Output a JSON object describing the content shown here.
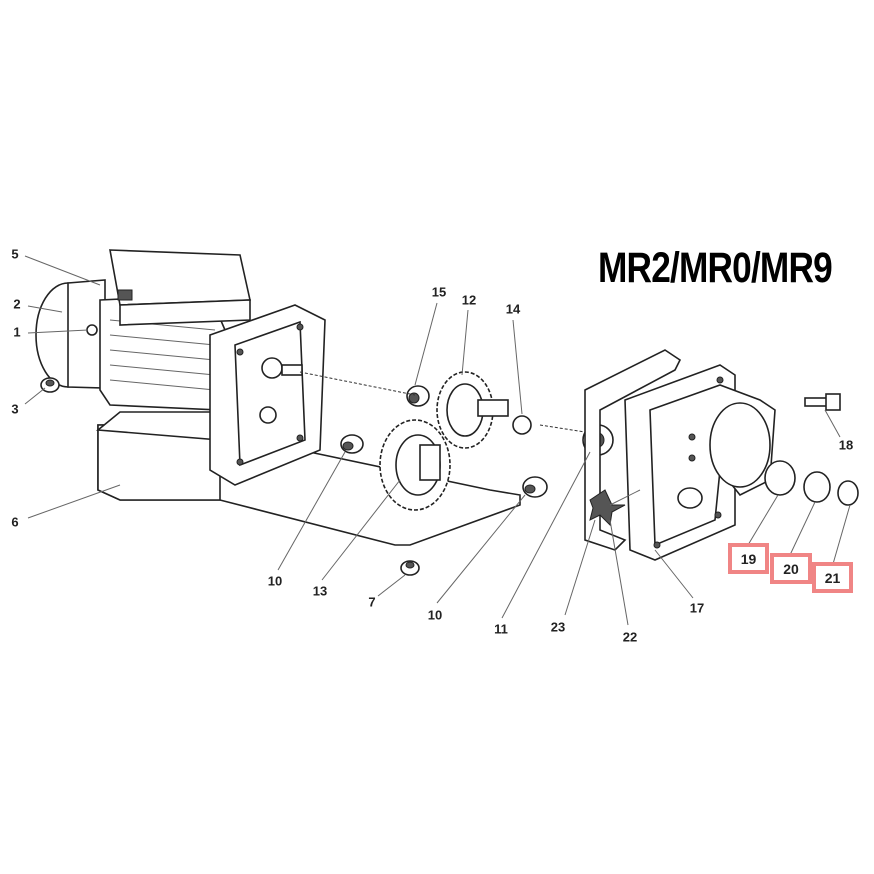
{
  "title": "MR2/MR0/MR9",
  "highlight_color": "#f08585",
  "labels": [
    {
      "id": "5",
      "text": "5"
    },
    {
      "id": "2",
      "text": "2"
    },
    {
      "id": "1",
      "text": "1"
    },
    {
      "id": "3",
      "text": "3"
    },
    {
      "id": "6",
      "text": "6"
    },
    {
      "id": "15",
      "text": "15"
    },
    {
      "id": "12",
      "text": "12"
    },
    {
      "id": "14",
      "text": "14"
    },
    {
      "id": "18",
      "text": "18"
    },
    {
      "id": "10a",
      "text": "10"
    },
    {
      "id": "13",
      "text": "13"
    },
    {
      "id": "7",
      "text": "7"
    },
    {
      "id": "10b",
      "text": "10"
    },
    {
      "id": "11",
      "text": "11"
    },
    {
      "id": "23",
      "text": "23"
    },
    {
      "id": "22",
      "text": "22"
    },
    {
      "id": "17",
      "text": "17"
    }
  ],
  "highlighted_labels": [
    {
      "id": "19",
      "text": "19"
    },
    {
      "id": "20",
      "text": "20"
    },
    {
      "id": "21",
      "text": "21"
    }
  ]
}
